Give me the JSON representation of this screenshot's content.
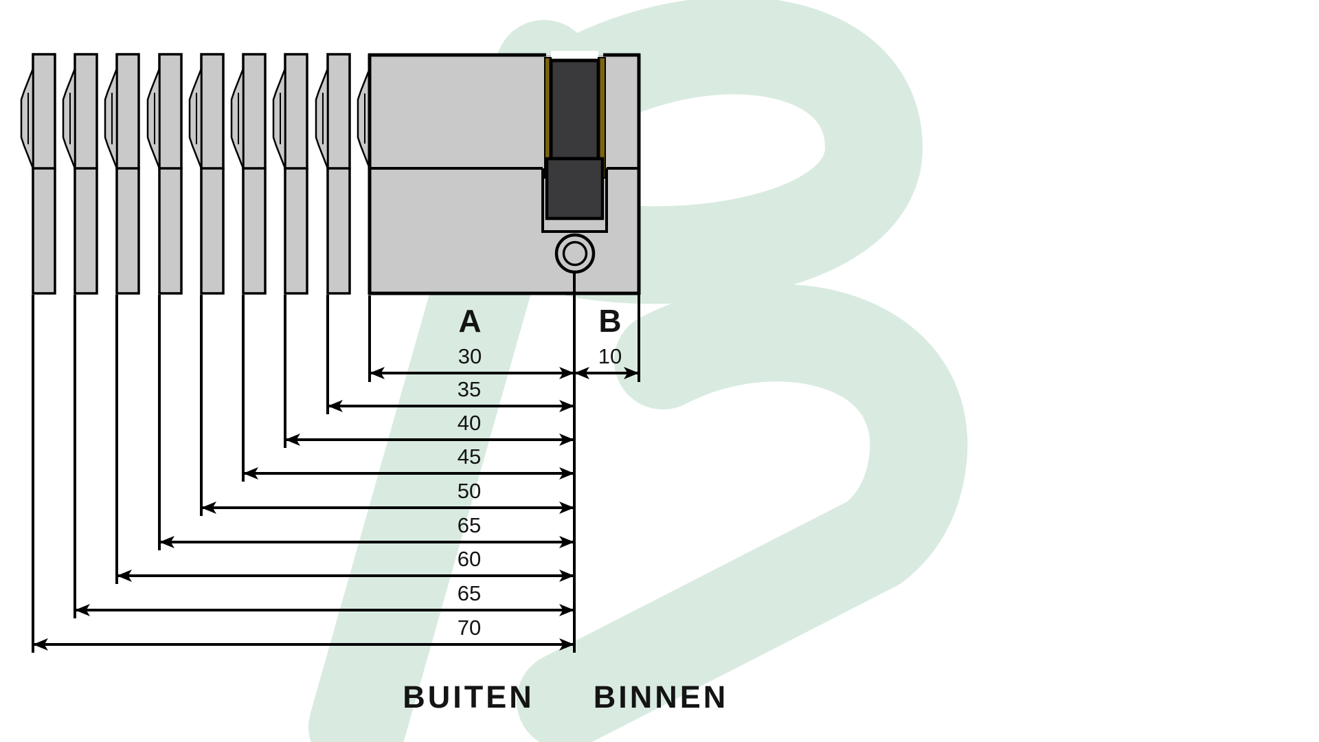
{
  "table": {
    "label_a": "A",
    "label_b": "B",
    "a0": "30",
    "b0": "10"
  },
  "rows": [
    "35",
    "40",
    "45",
    "50",
    "65",
    "60",
    "65",
    "70"
  ],
  "footer": {
    "left": "BUITEN",
    "right": "BINNEN"
  },
  "colors": {
    "page_bg": "#ffffff",
    "line": "#000000",
    "body_gray": "#c9c9c9",
    "keyway_dark": "#3a3a3c",
    "brass": "#7c650a",
    "watermark_green": "#d9ebe0",
    "white": "#ffffff"
  }
}
